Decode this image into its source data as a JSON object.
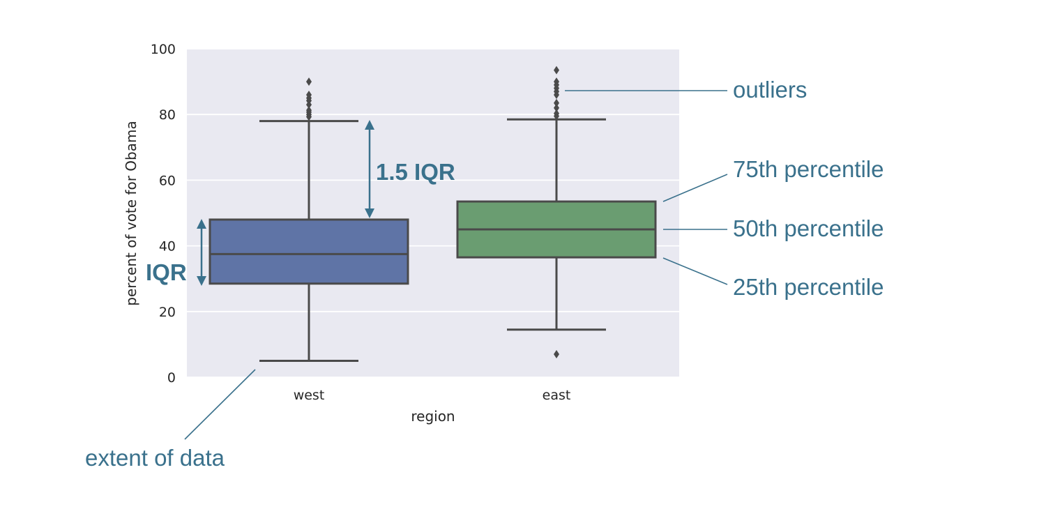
{
  "chart_data": {
    "type": "box",
    "xlabel": "region",
    "ylabel": "percent of vote for Obama",
    "ylim": [
      0,
      100
    ],
    "yticks": [
      0,
      20,
      40,
      60,
      80,
      100
    ],
    "categories": [
      "west",
      "east"
    ],
    "boxes": [
      {
        "category": "west",
        "color": "#5f74a6",
        "whisker_low": 5,
        "q1": 28.5,
        "median": 37.5,
        "q3": 48,
        "whisker_high": 78,
        "outliers": [
          79.3,
          80,
          80.7,
          81.3,
          83,
          84.2,
          85,
          86,
          90
        ]
      },
      {
        "category": "east",
        "color": "#6a9d71",
        "whisker_low": 14.5,
        "q1": 36.5,
        "median": 45,
        "q3": 53.5,
        "whisker_high": 78.5,
        "outliers": [
          7,
          79.5,
          80.3,
          82,
          83.5,
          86,
          87,
          88,
          89,
          90,
          93.5
        ]
      }
    ],
    "grid": true,
    "background": "#e9e9f1",
    "annotations": [
      {
        "text": "outliers"
      },
      {
        "text": "75th percentile"
      },
      {
        "text": "50th percentile"
      },
      {
        "text": "25th percentile"
      },
      {
        "text": "extent of data"
      },
      {
        "text": "1.5 IQR"
      },
      {
        "text": "IQR"
      }
    ],
    "annotation_color": "#3a718c"
  }
}
